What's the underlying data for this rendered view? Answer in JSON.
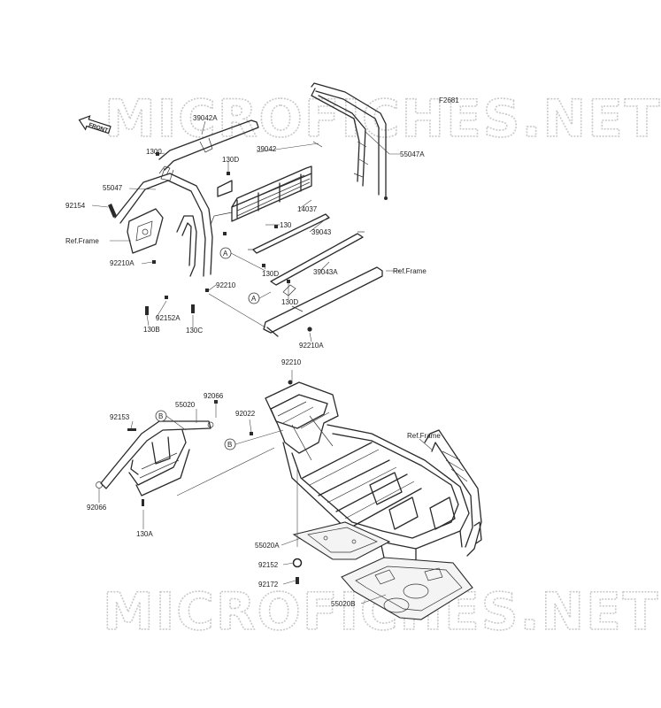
{
  "figure_code": "F2681",
  "front_badge": "FRONT",
  "watermark": "MICROFICHES.NET",
  "parts": [
    {
      "id": "39042A",
      "label": "39042A"
    },
    {
      "id": "1300a",
      "label": "1300"
    },
    {
      "id": "130D-1",
      "label": "130D"
    },
    {
      "id": "39042",
      "label": "39042"
    },
    {
      "id": "55047",
      "label": "55047"
    },
    {
      "id": "55047A",
      "label": "55047A"
    },
    {
      "id": "92154",
      "label": "92154"
    },
    {
      "id": "ref-frame-1",
      "label": "Ref.Frame"
    },
    {
      "id": "14037",
      "label": "14037"
    },
    {
      "id": "130",
      "label": "130"
    },
    {
      "id": "39043",
      "label": "39043"
    },
    {
      "id": "92210A-1",
      "label": "92210A"
    },
    {
      "id": "130D-2",
      "label": "130D"
    },
    {
      "id": "39043A",
      "label": "39043A"
    },
    {
      "id": "ref-frame-2",
      "label": "Ref.Frame"
    },
    {
      "id": "92210-1",
      "label": "92210"
    },
    {
      "id": "92152A",
      "label": "92152A"
    },
    {
      "id": "130D-3",
      "label": "130D"
    },
    {
      "id": "130B",
      "label": "130B"
    },
    {
      "id": "130C",
      "label": "130C"
    },
    {
      "id": "92210A-2",
      "label": "92210A"
    },
    {
      "id": "92210-2",
      "label": "92210"
    },
    {
      "id": "92066-1",
      "label": "92066"
    },
    {
      "id": "55020",
      "label": "55020"
    },
    {
      "id": "92153",
      "label": "92153"
    },
    {
      "id": "92022",
      "label": "92022"
    },
    {
      "id": "ref-frame-3",
      "label": "Ref.Frame"
    },
    {
      "id": "92066-2",
      "label": "92066"
    },
    {
      "id": "130A",
      "label": "130A"
    },
    {
      "id": "55020A",
      "label": "55020A"
    },
    {
      "id": "92152",
      "label": "92152"
    },
    {
      "id": "92172",
      "label": "92172"
    },
    {
      "id": "55020B",
      "label": "55020B"
    }
  ],
  "callouts": {
    "a": "A",
    "b": "B"
  }
}
